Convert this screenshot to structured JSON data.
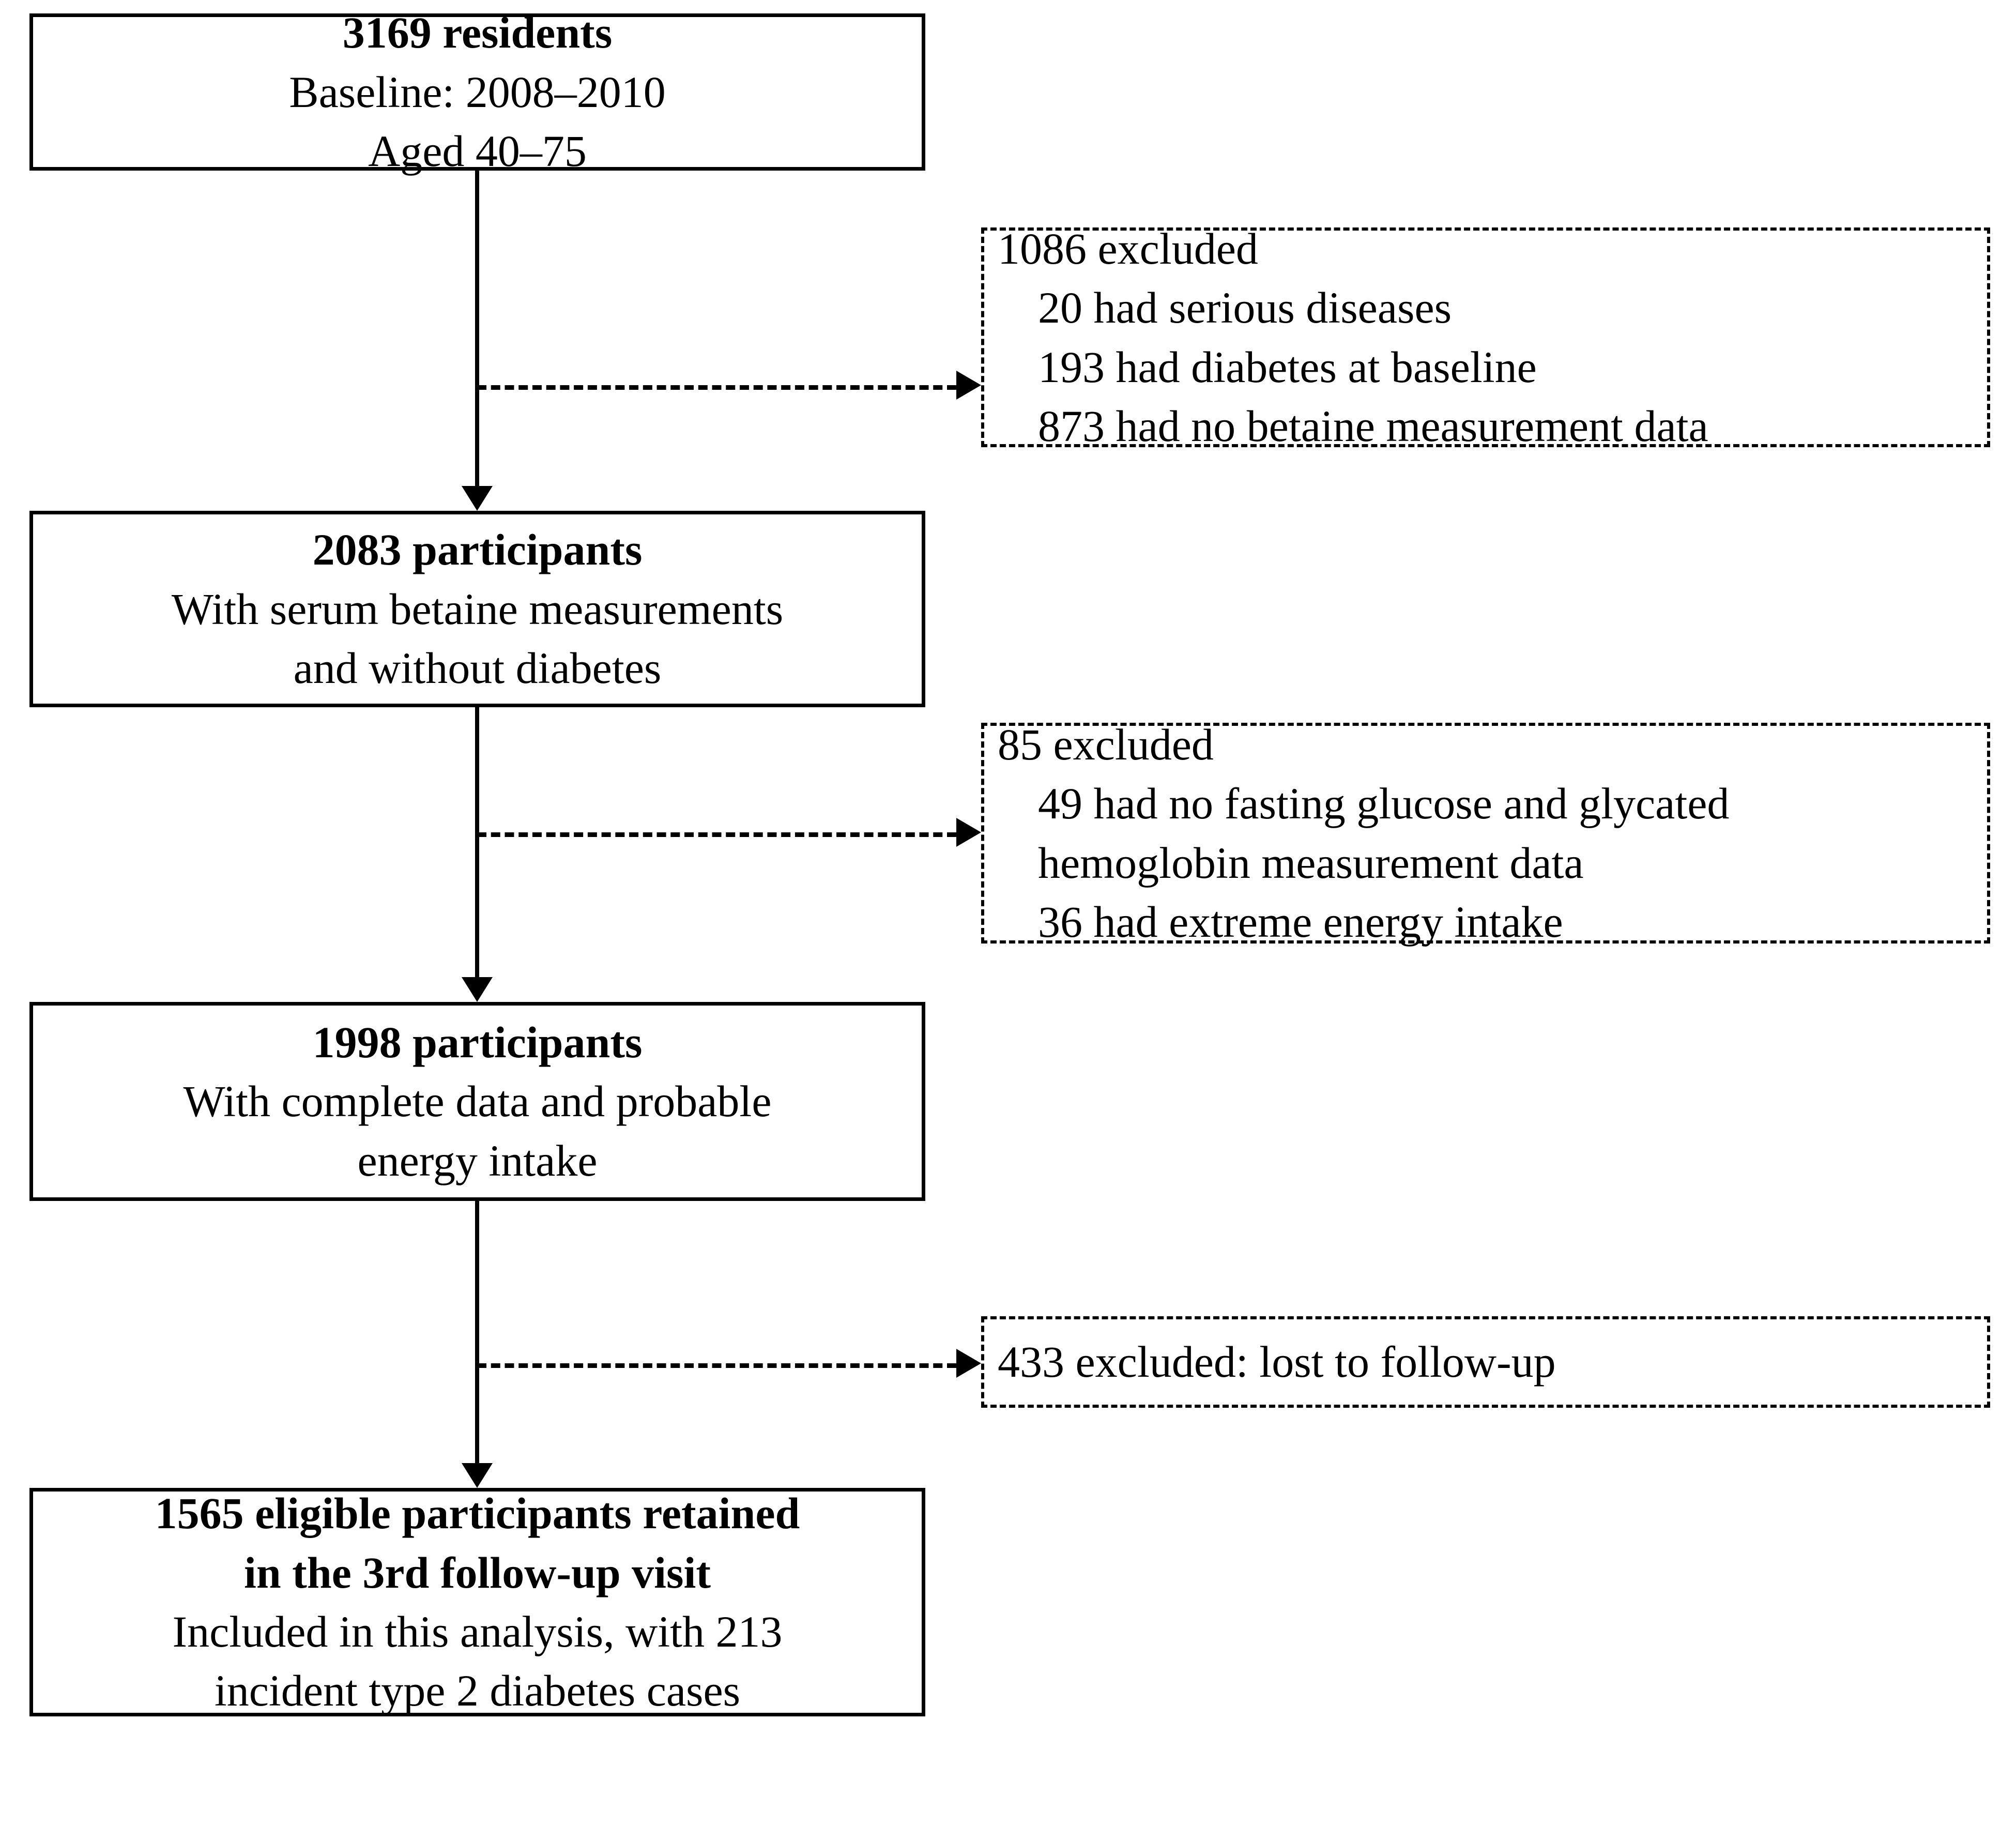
{
  "diagram": {
    "title": "Participant flow diagram",
    "colors": {
      "stroke": "#000000",
      "background": "#ffffff",
      "text": "#000000"
    },
    "nodes": [
      {
        "id": "node-residents",
        "lines": [
          {
            "text": "3169 residents",
            "bold": true
          },
          {
            "text": "Baseline: 2008–2010",
            "bold": false
          },
          {
            "text": "Aged 40–75",
            "bold": false
          }
        ]
      },
      {
        "id": "node-participants-2083",
        "lines": [
          {
            "text": "2083 participants",
            "bold": true
          },
          {
            "text": "With serum betaine measurements",
            "bold": false
          },
          {
            "text": "and without diabetes",
            "bold": false
          }
        ]
      },
      {
        "id": "node-participants-1998",
        "lines": [
          {
            "text": "1998 participants",
            "bold": true
          },
          {
            "text": "With complete data and probable",
            "bold": false
          },
          {
            "text": "energy intake",
            "bold": false
          }
        ]
      },
      {
        "id": "node-eligible-1565",
        "lines": [
          {
            "text": "1565 eligible participants retained",
            "bold": true
          },
          {
            "text": "in the 3rd follow-up visit",
            "bold": true
          },
          {
            "text": "Included in this analysis, with 213",
            "bold": false
          },
          {
            "text": "incident type 2 diabetes cases",
            "bold": false
          }
        ]
      }
    ],
    "exclusions": [
      {
        "id": "exclusion-1086",
        "heading": "1086 excluded",
        "items": [
          "20 had serious diseases",
          "193 had diabetes at baseline",
          "873 had no betaine measurement data"
        ]
      },
      {
        "id": "exclusion-85",
        "heading": "85 excluded",
        "items": [
          "49 had no fasting glucose and glycated",
          "hemoglobin measurement data",
          "36 had extreme energy intake"
        ]
      },
      {
        "id": "exclusion-433",
        "heading": "433 excluded: lost to follow-up",
        "items": []
      }
    ]
  }
}
